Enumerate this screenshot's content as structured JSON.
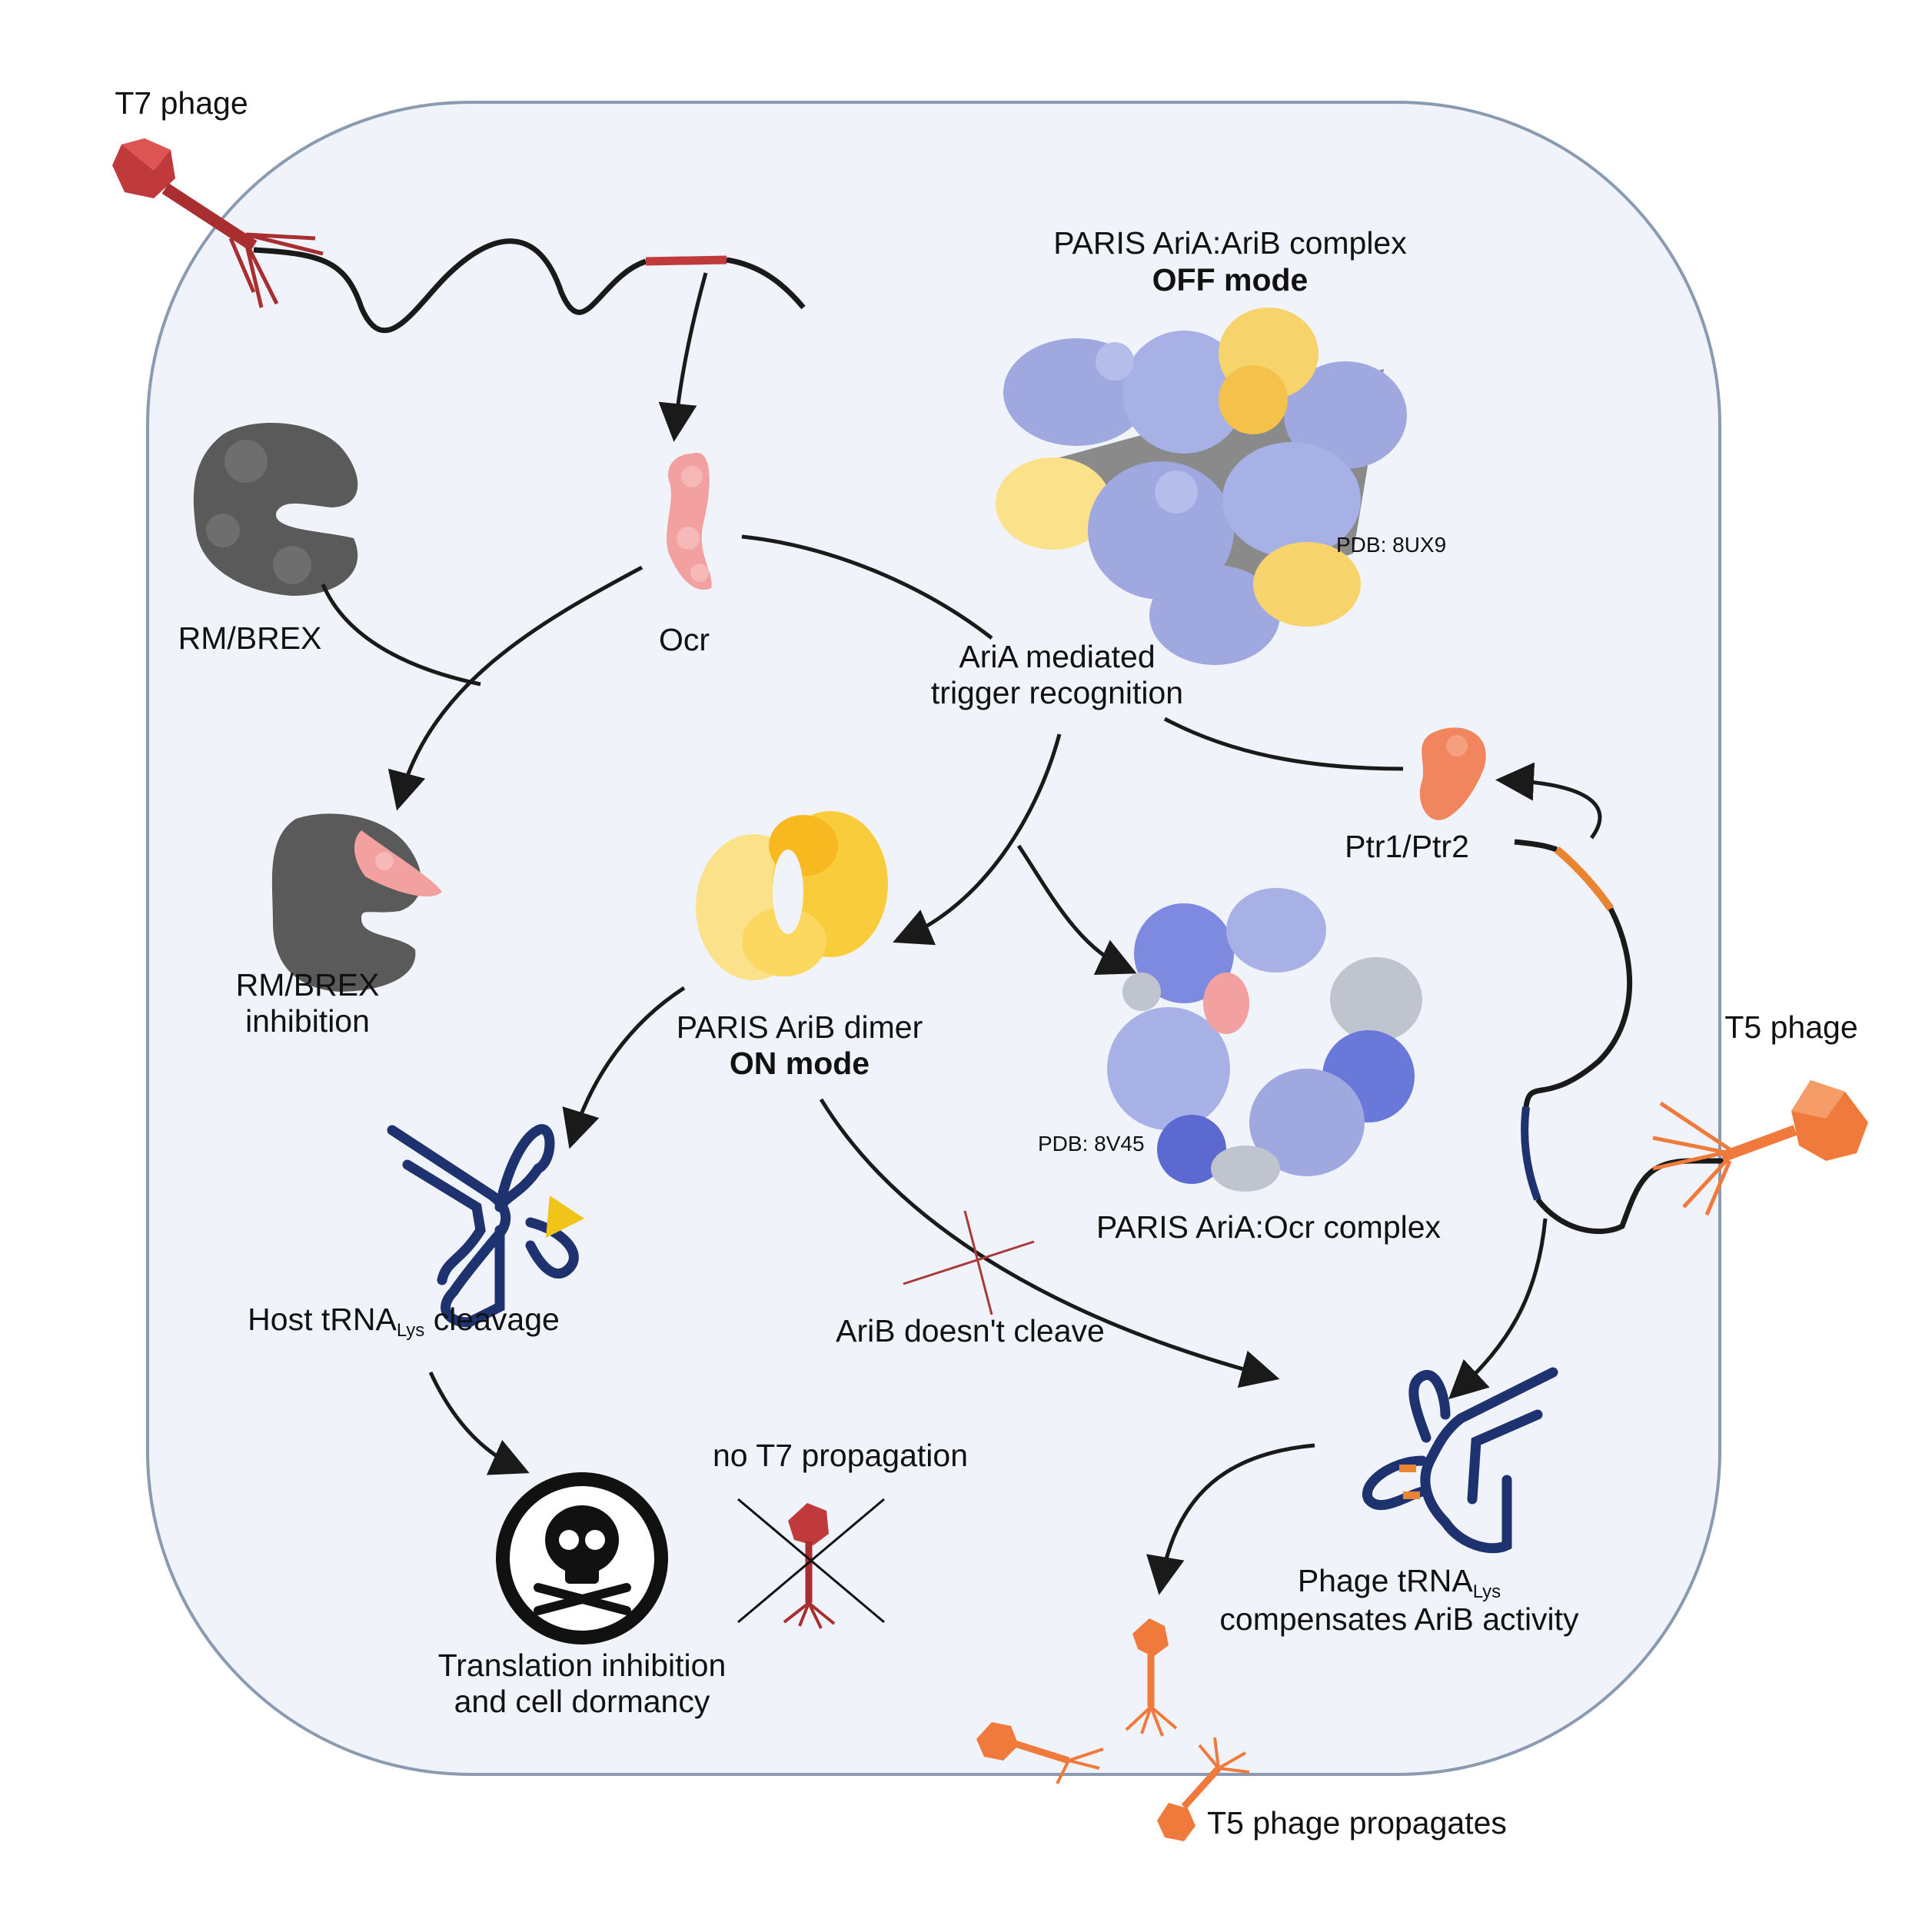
{
  "labels": {
    "t7_phage": "T7 phage",
    "t5_phage": "T5 phage",
    "off_complex_title": "PARIS AriA:AriB complex",
    "off_mode": "OFF mode",
    "pdb_off": "PDB: 8UX9",
    "rm_brex": "RM/BREX",
    "ocr": "Ocr",
    "aria_line1": "AriA mediated",
    "aria_line2": "trigger recognition",
    "ptr": "Ptr1/Ptr2",
    "rm_inhib_line1": "RM/BREX",
    "rm_inhib_line2": "inhibition",
    "arib_dimer": "PARIS AriB dimer",
    "on_mode": "ON mode",
    "pdb_ocr": "PDB: 8V45",
    "aria_ocr_complex": "PARIS AriA:Ocr complex",
    "host_trna_pre": "Host tRNA",
    "host_trna_sub": "Lys",
    "host_trna_post": " cleavage",
    "arib_no_cleave": "AriB doesn't cleave",
    "no_t7": "no T7 propagation",
    "translation_line1": "Translation inhibition",
    "translation_line2": "and cell dormancy",
    "phage_trna_pre": "Phage tRNA",
    "phage_trna_sub": "Lys",
    "phage_trna_line2": "compensates AriB activity",
    "t5_propagates": "T5 phage propagates"
  },
  "colors": {
    "cell_fill": "#f0f3f9",
    "cell_stroke": "#8a9ab0",
    "t7_red": "#c0393b",
    "t5_orange": "#f07a3c",
    "ocr_pink": "#f2a0a0",
    "aria_blue": "#9fa9e0",
    "arib_yellow": "#fbd25a",
    "rm_gray": "#5a5a5a",
    "trna_navy": "#1f3270",
    "arrow": "#1a1a1a"
  }
}
